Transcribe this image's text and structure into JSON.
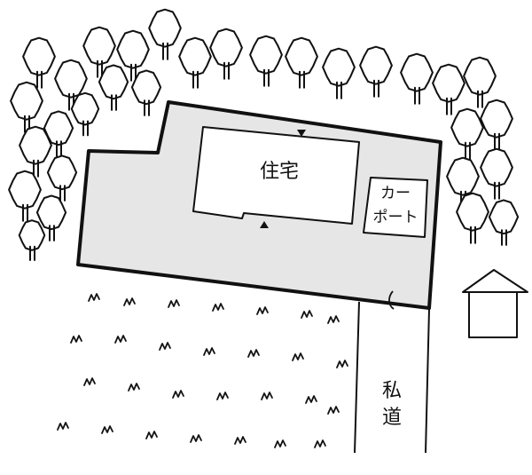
{
  "labels": {
    "house": "住宅",
    "carport_line1": "カー",
    "carport_line2": "ポート",
    "road_char1": "私",
    "road_char2": "道"
  },
  "colors": {
    "ink": "#111111",
    "lot_fill": "#e6e6e6",
    "paper": "#ffffff"
  },
  "icons": {
    "trees": "tree-outline-icon",
    "grass": "grass-tuft-icon",
    "entrance_marker": "triangle-marker-icon",
    "neighbor_house": "house-outline-icon"
  }
}
